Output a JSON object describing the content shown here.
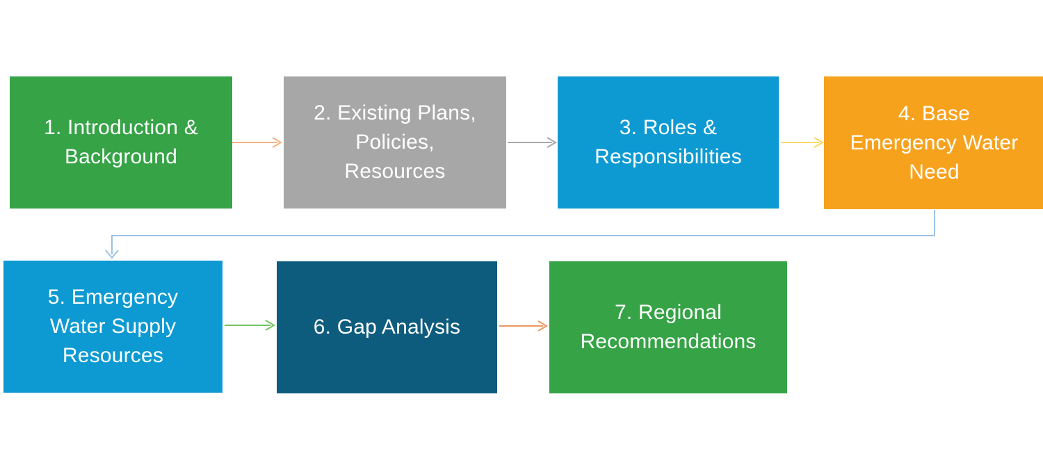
{
  "diagram": {
    "type": "flowchart",
    "boxes": [
      {
        "step": "1",
        "lines": [
          "1. Introduction &",
          "Background"
        ],
        "color": "#35a346",
        "text_color": "#ffffff"
      },
      {
        "step": "2",
        "lines": [
          "2. Existing Plans,",
          "Policies,",
          "Resources"
        ],
        "color": "#a7a7a7",
        "text_color": "#ffffff"
      },
      {
        "step": "3",
        "lines": [
          "3. Roles &",
          "Responsibilities"
        ],
        "color": "#0d9ad2",
        "text_color": "#ffffff"
      },
      {
        "step": "4",
        "lines": [
          "4. Base",
          "Emergency Water",
          "Need"
        ],
        "color": "#f7a21d",
        "text_color": "#ffffff"
      },
      {
        "step": "5",
        "lines": [
          "5. Emergency",
          "Water Supply",
          "Resources"
        ],
        "color": "#0d9ad2",
        "text_color": "#ffffff"
      },
      {
        "step": "6",
        "lines": [
          "6. Gap Analysis"
        ],
        "color": "#0d5c7d",
        "text_color": "#ffffff"
      },
      {
        "step": "7",
        "lines": [
          "7. Regional",
          "Recommendations"
        ],
        "color": "#35a346",
        "text_color": "#ffffff"
      }
    ],
    "connectors": [
      {
        "from": "1",
        "to": "2",
        "style": "straight",
        "color": "#f5b183"
      },
      {
        "from": "2",
        "to": "3",
        "style": "straight",
        "color": "#a9a9a9"
      },
      {
        "from": "3",
        "to": "4",
        "style": "straight",
        "color": "#fcd964"
      },
      {
        "from": "4",
        "to": "5",
        "style": "elbow",
        "color": "#9dc3e6"
      },
      {
        "from": "5",
        "to": "6",
        "style": "straight",
        "color": "#74c365"
      },
      {
        "from": "6",
        "to": "7",
        "style": "straight",
        "color": "#ed9760"
      }
    ]
  }
}
